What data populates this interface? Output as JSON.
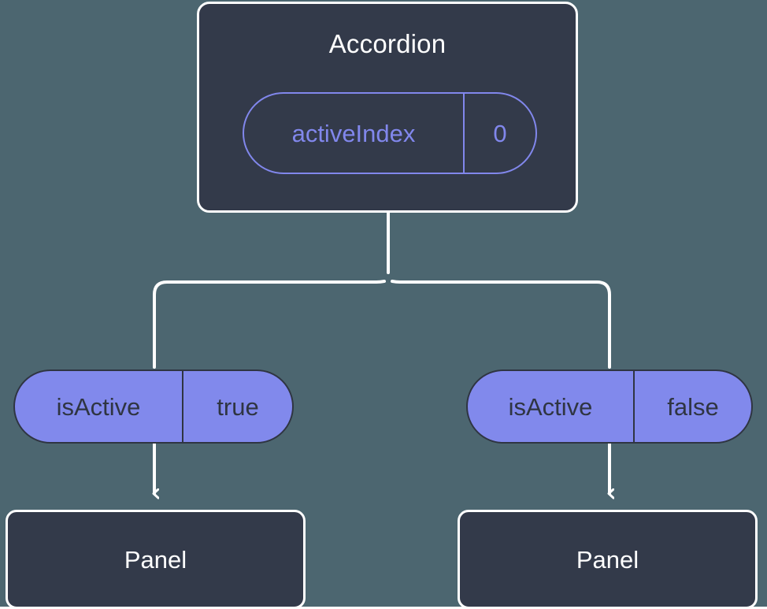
{
  "diagram": {
    "type": "component-state-tree",
    "background_color": "#4c6670",
    "node_fill_color": "#333a4a",
    "node_border_color": "#ffffff",
    "accent_color": "#8187ec",
    "pill_fill_color": "#8189ec",
    "pill_text_color": "#2f3542",
    "connector_color": "#ffffff"
  },
  "parent": {
    "title": "Accordion",
    "state": {
      "key": "activeIndex",
      "value": "0"
    }
  },
  "branches": [
    {
      "prop": {
        "key": "isActive",
        "value": "true"
      },
      "child": {
        "title": "Panel"
      }
    },
    {
      "prop": {
        "key": "isActive",
        "value": "false"
      },
      "child": {
        "title": "Panel"
      }
    }
  ]
}
